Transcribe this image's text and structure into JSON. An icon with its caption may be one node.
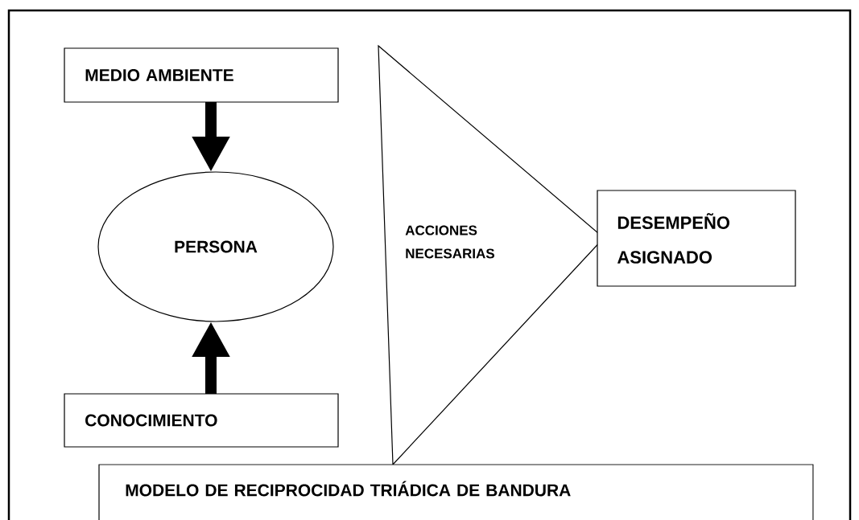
{
  "diagram": {
    "nodes": [
      {
        "text": [
          "MEDIO AMBIENTE"
        ]
      },
      {
        "text": [
          "PERSONA"
        ]
      },
      {
        "text": [
          "CONOCIMIENTO"
        ]
      },
      {
        "text": [
          "ACCIONES NECESARIAS"
        ]
      },
      {
        "text": [
          "DESEMPEÑO ASIGNADO"
        ]
      },
      {
        "text": [
          "MODELO DE RECIPROCIDAD TRIÁDICA DE BANDURA"
        ]
      }
    ],
    "edges": [
      {
        "from": 0,
        "to": 1,
        "arrow": "to"
      },
      {
        "from": 2,
        "to": 1,
        "arrow": "to"
      }
    ]
  }
}
